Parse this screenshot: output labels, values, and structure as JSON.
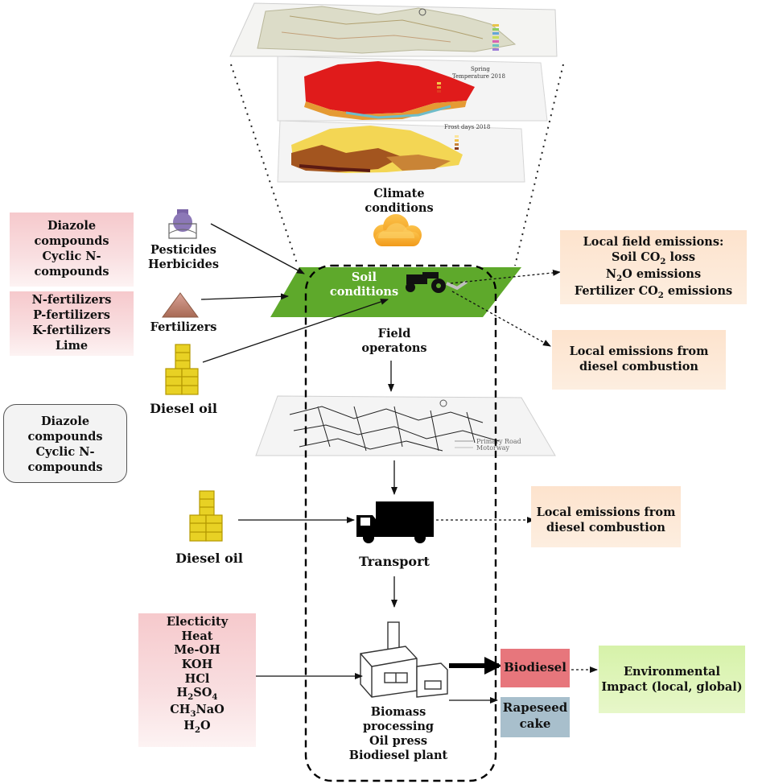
{
  "climate": {
    "line1": "Climate",
    "line2": "conditions"
  },
  "map1": {
    "legend": [
      "",
      "",
      "",
      "",
      "",
      "",
      ""
    ]
  },
  "map2": {
    "title_line1": "Spring",
    "title_line2": "Temperature 2018"
  },
  "map3": {
    "title": "Frost days 2018"
  },
  "soil": {
    "line1": "Soil",
    "line2": "conditions"
  },
  "pesticides": {
    "line1": "Pesticides",
    "line2": "Herbicides"
  },
  "fertilizers": {
    "label": "Fertilizers"
  },
  "diesel1": {
    "label": "Diesel oil"
  },
  "diesel2": {
    "label": "Diesel oil"
  },
  "box_diazole1": {
    "l1": "Diazole",
    "l2": "compounds",
    "l3": "Cyclic N-",
    "l4": "compounds"
  },
  "box_fert": {
    "l1": "N-fertilizers",
    "l2": "P-fertilizers",
    "l3": "K-fertilizers",
    "l4": "Lime"
  },
  "box_diazole2": {
    "l1": "Diazole",
    "l2": "compounds",
    "l3": "Cyclic N-",
    "l4": "compounds"
  },
  "field_ops": {
    "line1": "Field",
    "line2": "operatons"
  },
  "road_map": {
    "legend1": "Primary Road",
    "legend2": "Motorway"
  },
  "local_field": {
    "title": "Local field emissions:",
    "l1": "Soil CO",
    "l1_sub": "2",
    "l1_end": " loss",
    "l2": "N",
    "l2_sub": "2",
    "l2_end": "O emissions",
    "l3": "Fertilizer  CO",
    "l3_sub": "2",
    "l3_end": " emissions"
  },
  "diesel_comb1": {
    "l1": "Local emissions from",
    "l2": "diesel combustion"
  },
  "diesel_comb2": {
    "l1": "Local emissions from",
    "l2": "diesel combustion"
  },
  "transport": {
    "label": "Transport"
  },
  "inputs": {
    "l1": "Electicity",
    "l2": "Heat",
    "l3": "Me-OH",
    "l4": "KOH",
    "l5": "HCl",
    "l6a": "H",
    "l6s": "2",
    "l6b": "SO",
    "l6s2": "4",
    "l7a": "CH",
    "l7s": "3",
    "l7b": "NaO",
    "l8a": "H",
    "l8s": "2",
    "l8b": "O"
  },
  "biodiesel": {
    "label": "Biodiesel"
  },
  "rapeseed": {
    "l1": "Rapeseed",
    "l2": "cake"
  },
  "environment": {
    "l1": "Environmental",
    "l2": "Impact (local, global)"
  },
  "biomass": {
    "l1": "Biomass",
    "l2": "processing",
    "l3": "Oil press",
    "l4": "Biodiesel plant"
  }
}
